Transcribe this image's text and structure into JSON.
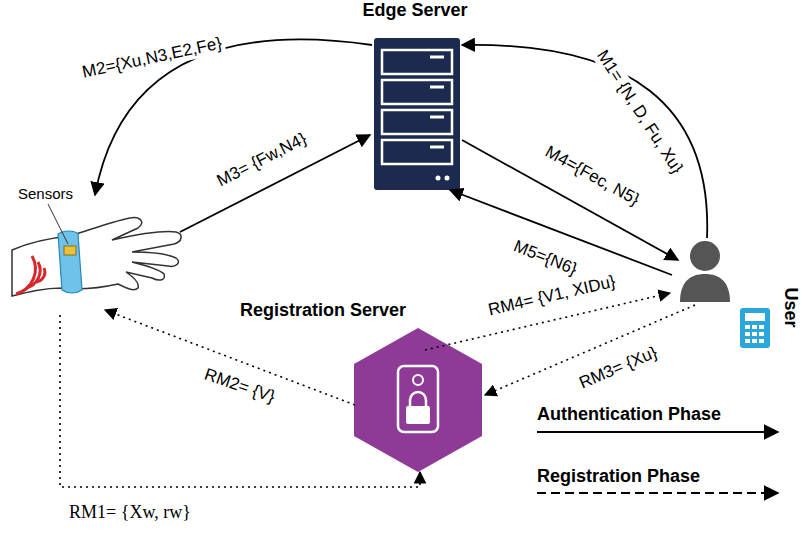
{
  "diagram": {
    "nodes": [
      {
        "text": [
          "Edge Server"
        ]
      },
      {
        "text": [
          "Sensors"
        ]
      },
      {
        "text": [
          "Registration Server"
        ]
      },
      {
        "text": [
          "User"
        ]
      }
    ],
    "edges": [
      {
        "from": 3,
        "to": 0,
        "label": "M1= {N, D, Fu, Xu}",
        "arrow": "to"
      },
      {
        "from": 0,
        "to": 1,
        "label": "M2={Xu,N3,E2,Fe}",
        "arrow": "to"
      },
      {
        "from": 1,
        "to": 0,
        "label": "M3= {Fw,N4}",
        "arrow": "to"
      },
      {
        "from": 0,
        "to": 3,
        "label": "M4={Fec, N5}",
        "arrow": "to"
      },
      {
        "from": 3,
        "to": 0,
        "label": "M5={N6}",
        "arrow": "to"
      },
      {
        "from": 1,
        "to": 2,
        "label": "RM1= {Xw, rw}",
        "arrow": "to"
      },
      {
        "from": 2,
        "to": 1,
        "label": "RM2= {V}",
        "arrow": "to"
      },
      {
        "from": 3,
        "to": 2,
        "label": "RM3= {Xu}",
        "arrow": "to"
      },
      {
        "from": 2,
        "to": 3,
        "label": "RM4= {V1, XIDu}",
        "arrow": "to"
      }
    ],
    "legend": [
      {
        "text": "Authentication Phase"
      },
      {
        "text": "Registration Phase"
      }
    ]
  }
}
